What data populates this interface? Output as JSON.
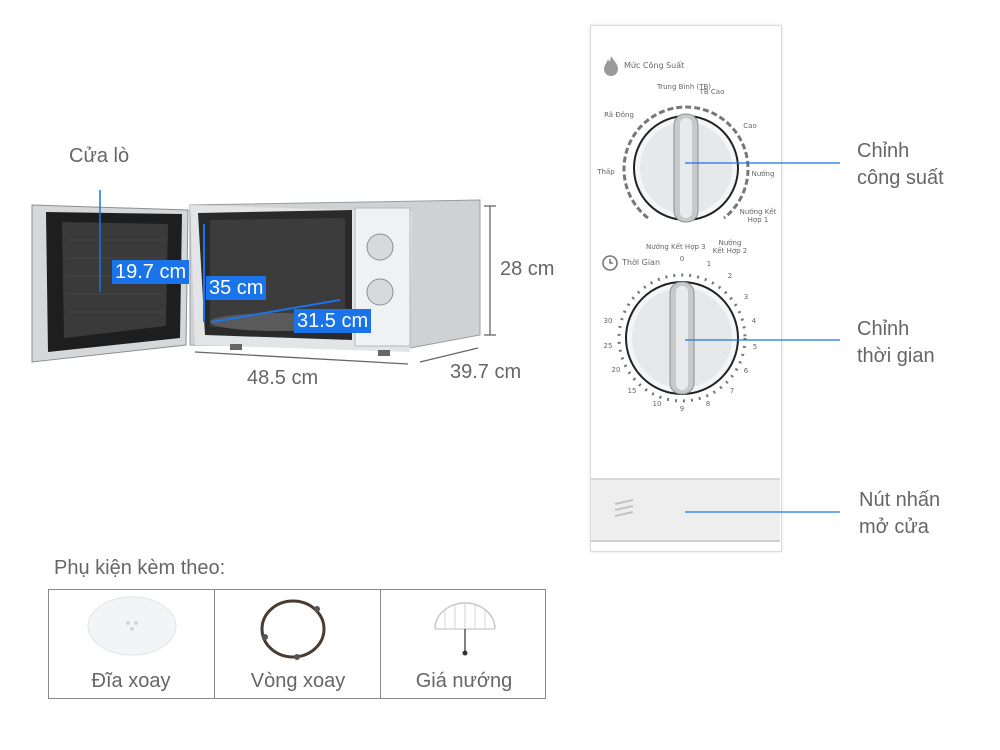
{
  "labels": {
    "door": "Cửa lò",
    "door_height": "19.7 cm",
    "cavity_depth": "35 cm",
    "cavity_width": "31.5 cm",
    "height": "28 cm",
    "width": "48.5 cm",
    "depth": "39.7 cm"
  },
  "panel": {
    "power_title": "Mức Công Suất",
    "power_levels": [
      "Thấp",
      "Rã Đông",
      "Trung Bình (TB)",
      "TB Cao",
      "Cao",
      "Nướng",
      "Nướng Kết Hợp 1",
      "Nướng Kết Hợp 2",
      "Nướng Kết Hợp 3"
    ],
    "timer_title": "Thời Gian",
    "timer_ticks": [
      "0",
      "1",
      "2",
      "3",
      "4",
      "5",
      "6",
      "7",
      "8",
      "9",
      "10",
      "15",
      "20",
      "25",
      "30"
    ]
  },
  "callouts": {
    "power_l1": "Chỉnh",
    "power_l2": "công suất",
    "timer_l1": "Chỉnh",
    "timer_l2": "thời gian",
    "door_l1": "Nút nhấn",
    "door_l2": "mở cửa"
  },
  "accessories": {
    "title": "Phụ kiện kèm theo:",
    "items": [
      "Đĩa xoay",
      "Vòng xoay",
      "Giá nướng"
    ]
  },
  "colors": {
    "accent": "#1a73e8",
    "callout_line": "#1a73e8"
  }
}
